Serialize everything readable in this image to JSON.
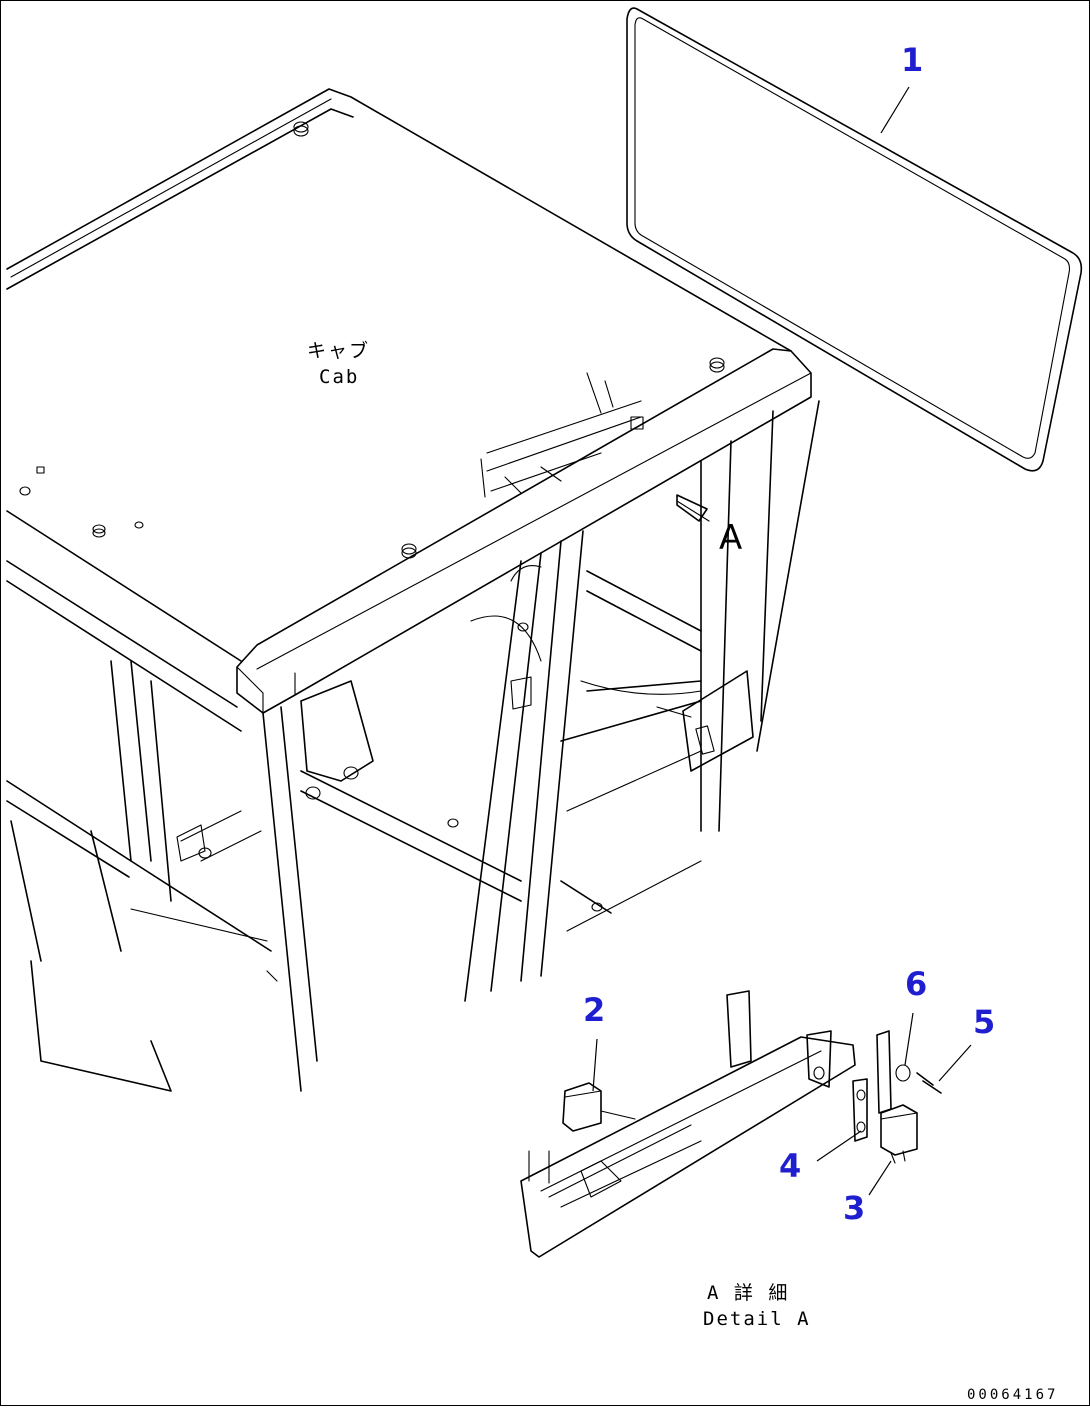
{
  "cab_label": {
    "jp": "キャブ",
    "en": "Cab"
  },
  "view_marker": "A",
  "detail_label": {
    "jp": "A 詳 細",
    "en": "Detail A"
  },
  "drawing_code": "00064167",
  "callouts": [
    {
      "id": "1",
      "label": "1"
    },
    {
      "id": "2",
      "label": "2"
    },
    {
      "id": "3",
      "label": "3"
    },
    {
      "id": "4",
      "label": "4"
    },
    {
      "id": "5",
      "label": "5"
    },
    {
      "id": "6",
      "label": "6"
    }
  ],
  "colors": {
    "callout": "#1f1fd0",
    "line": "#000000",
    "background": "#ffffff"
  }
}
